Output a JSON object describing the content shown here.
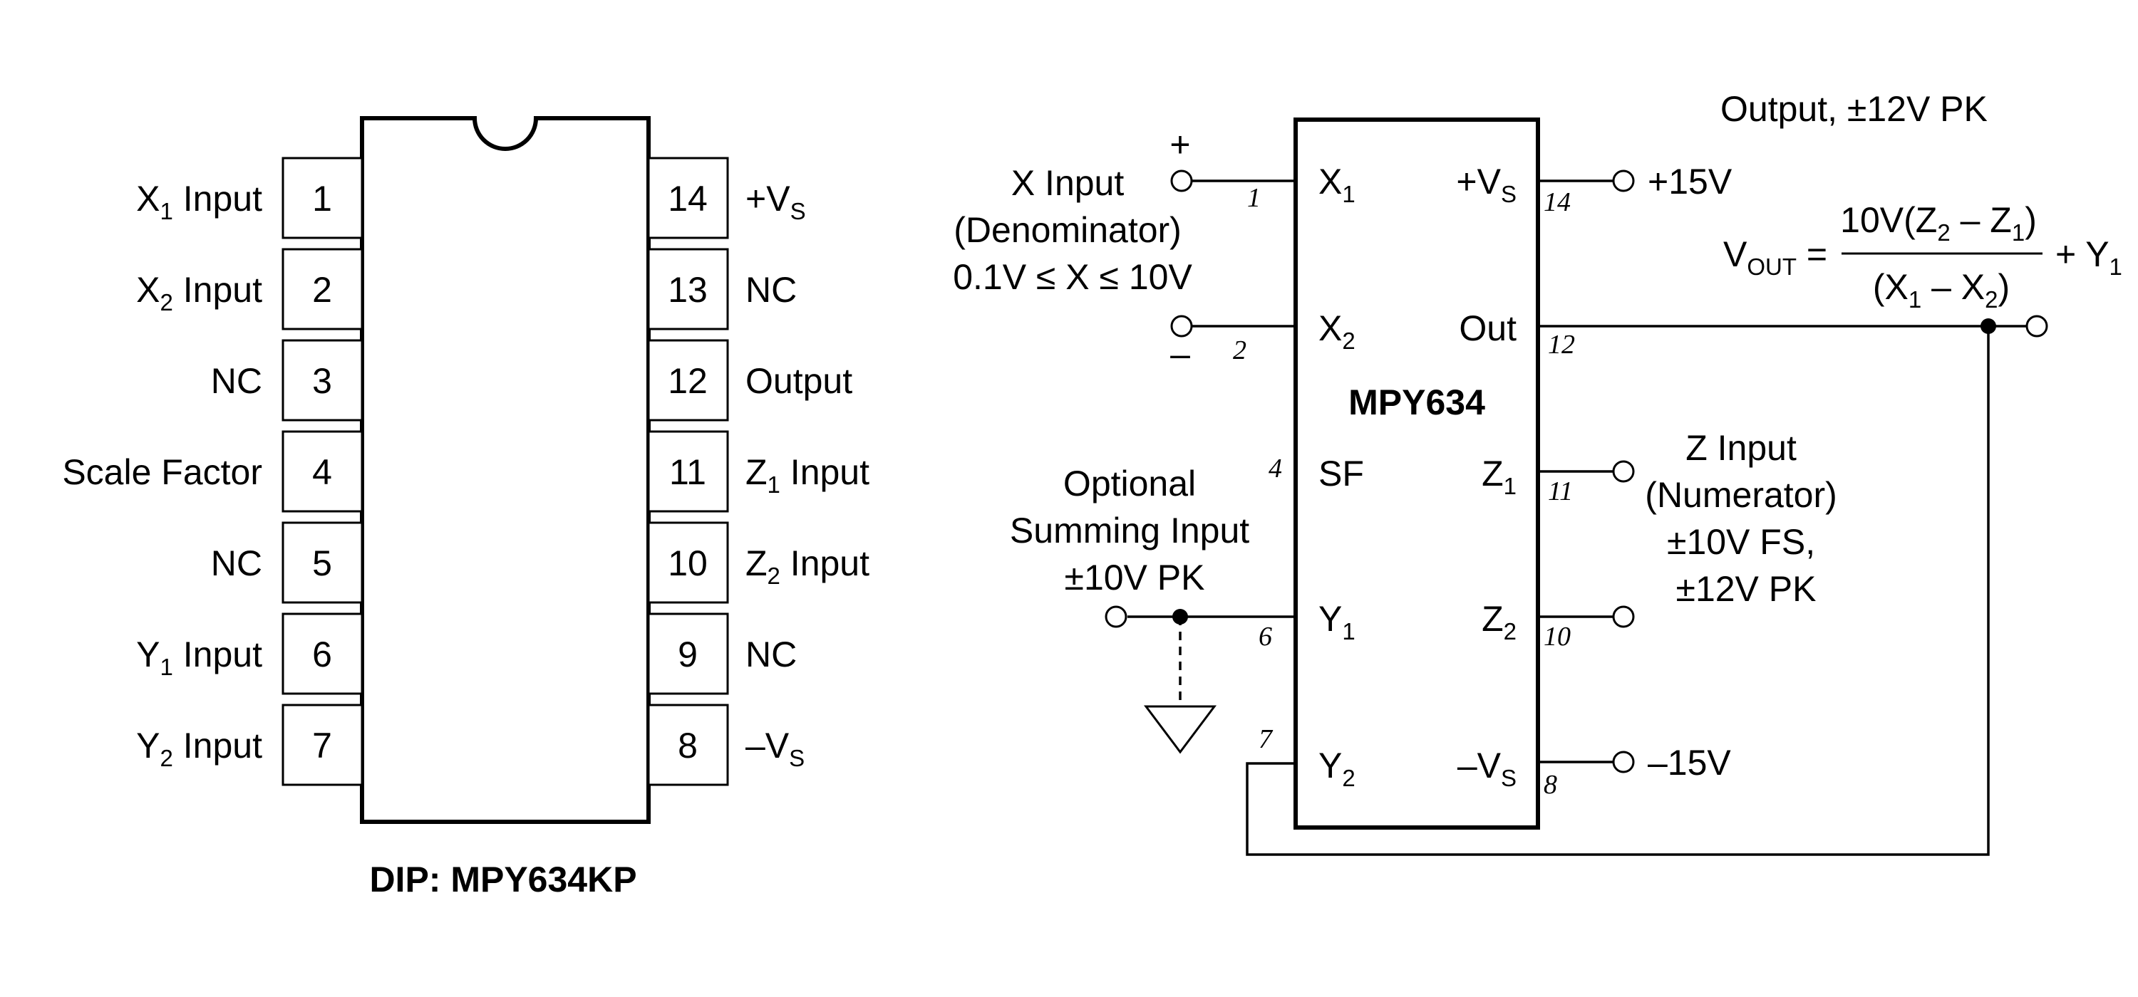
{
  "dip": {
    "title": "DIP: MPY634KP",
    "left_pins": [
      {
        "num": "1",
        "label": "X",
        "sub": "1",
        "suffix": " Input"
      },
      {
        "num": "2",
        "label": "X",
        "sub": "2",
        "suffix": " Input"
      },
      {
        "num": "3",
        "label": "NC",
        "sub": "",
        "suffix": ""
      },
      {
        "num": "4",
        "label": "Scale Factor",
        "sub": "",
        "suffix": ""
      },
      {
        "num": "5",
        "label": "NC",
        "sub": "",
        "suffix": ""
      },
      {
        "num": "6",
        "label": "Y",
        "sub": "1",
        "suffix": " Input"
      },
      {
        "num": "7",
        "label": "Y",
        "sub": "2",
        "suffix": " Input"
      }
    ],
    "right_pins": [
      {
        "num": "14",
        "label": "+V",
        "sub": "S",
        "suffix": ""
      },
      {
        "num": "13",
        "label": "NC",
        "sub": "",
        "suffix": ""
      },
      {
        "num": "12",
        "label": "Output",
        "sub": "",
        "suffix": ""
      },
      {
        "num": "11",
        "label": "Z",
        "sub": "1",
        "suffix": " Input"
      },
      {
        "num": "10",
        "label": "Z",
        "sub": "2",
        "suffix": " Input"
      },
      {
        "num": "9",
        "label": "NC",
        "sub": "",
        "suffix": ""
      },
      {
        "num": "8",
        "label": "–V",
        "sub": "S",
        "suffix": ""
      }
    ]
  },
  "schematic": {
    "chip_name": "MPY634",
    "pins_left": [
      {
        "label": "X",
        "sub": "1",
        "num": "1"
      },
      {
        "label": "X",
        "sub": "2",
        "num": "2"
      },
      {
        "label": "SF",
        "sub": "",
        "num": "4"
      },
      {
        "label": "Y",
        "sub": "1",
        "num": "6"
      },
      {
        "label": "Y",
        "sub": "2",
        "num": "7"
      }
    ],
    "pins_right": [
      {
        "label": "+V",
        "sub": "S",
        "num": "14"
      },
      {
        "label": "Out",
        "sub": "",
        "num": "12"
      },
      {
        "label": "Z",
        "sub": "1",
        "num": "11"
      },
      {
        "label": "Z",
        "sub": "2",
        "num": "10"
      },
      {
        "label": "–V",
        "sub": "S",
        "num": "8"
      }
    ],
    "x_input": {
      "lines": [
        "X Input",
        "(Denominator)",
        "0.1V ≤ X ≤ 10V"
      ],
      "plus": "+",
      "minus": "–"
    },
    "summing_input": {
      "lines": [
        "Optional",
        "Summing Input",
        "±10V PK"
      ]
    },
    "z_input": {
      "lines": [
        "Z Input",
        "(Numerator)",
        "±10V FS,",
        "±12V PK"
      ]
    },
    "supply_pos": "+15V",
    "supply_neg": "–15V",
    "output_label": "Output, ±12V PK",
    "formula": {
      "lhs": "V",
      "lhs_sub": "OUT",
      "eq": " =",
      "num_a": "10V(Z",
      "num_sub1": "2",
      "num_b": " – Z",
      "num_sub2": "1",
      "num_c": ")",
      "den_a": "(X",
      "den_sub1": "1",
      "den_b": " – X",
      "den_sub2": "2",
      "den_c": ")",
      "tail": "+ Y",
      "tail_sub": "1"
    }
  }
}
